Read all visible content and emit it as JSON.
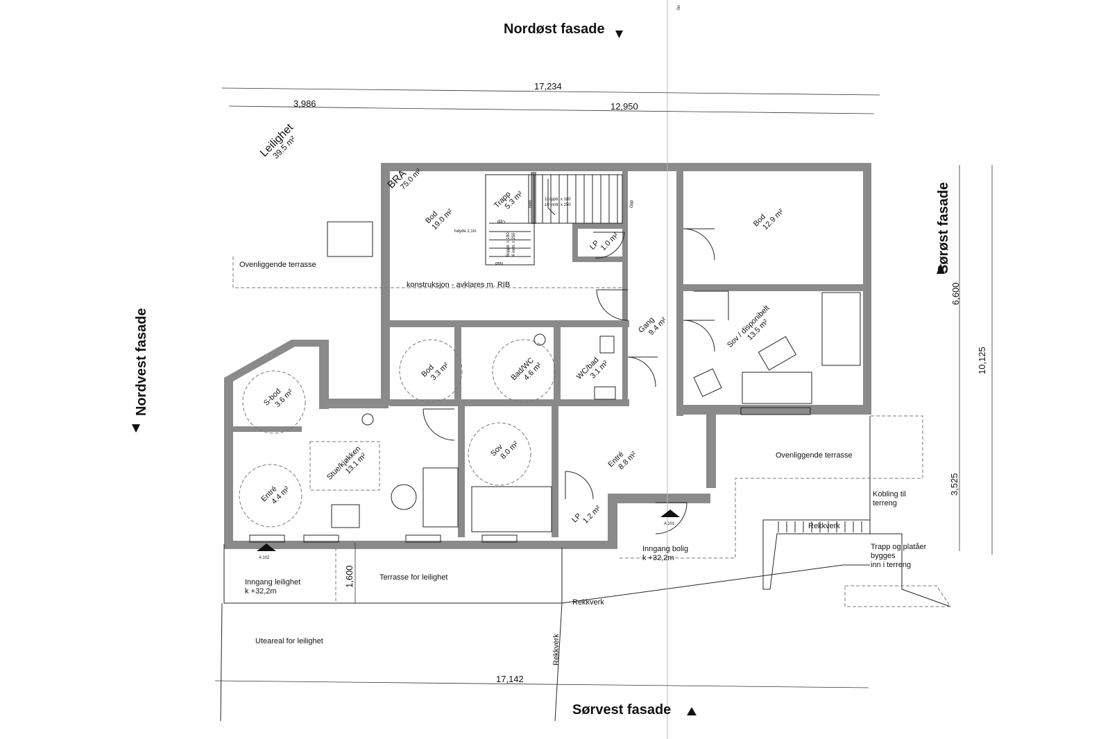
{
  "facades": {
    "north_east": "Nordøst fasade",
    "south_east": "Sørøst fasade",
    "north_west": "Nordvest fasade",
    "south_west": "Sørvest fasade"
  },
  "top_edge_text": "Sn",
  "dimensions": {
    "total_top": "17,234",
    "apartment_width": "3,986",
    "main_width": "12,950",
    "right_upper": "6,600",
    "right_total": "10,125",
    "right_lower": "3,525",
    "terrace_depth": "1,600",
    "total_bottom": "17,142"
  },
  "apartment_area": {
    "label": "Leilighet",
    "value": "39.5 m²"
  },
  "bra_area": {
    "label": "BRA",
    "value": "75.0 m²"
  },
  "rooms": {
    "bod_large": {
      "name": "Bod",
      "area": "19.0 m²"
    },
    "trapp": {
      "name": "Trapp",
      "area": "5.3 m²"
    },
    "lp_top": {
      "name": "LP",
      "area": "1.0 m²"
    },
    "bod_right": {
      "name": "Bod",
      "area": "12.9 m²"
    },
    "gang": {
      "name": "Gang",
      "area": "9.4 m²"
    },
    "sov_disp": {
      "name": "Sov / disponibelt",
      "area": "13.5 m²"
    },
    "bod_small": {
      "name": "Bod",
      "area": "3.3 m²"
    },
    "bad_wc": {
      "name": "Bad/WC",
      "area": "4.6 m²"
    },
    "wc_bad": {
      "name": "WC/bad",
      "area": "3.1 m²"
    },
    "s_bod": {
      "name": "S-bod",
      "area": "3.6 m²"
    },
    "stue": {
      "name": "Stue/kjøkken",
      "area": "13.1 m²"
    },
    "sov": {
      "name": "Sov",
      "area": "8.0 m²"
    },
    "entre_main": {
      "name": "Entré",
      "area": "8.8 m²"
    },
    "entre_apt": {
      "name": "Entré",
      "area": "4.4 m²"
    },
    "lp_bottom": {
      "name": "LP",
      "area": "1.2 m²"
    }
  },
  "notes": {
    "terrace_upper_left": "Ovenliggende terrasse",
    "terrace_right": "Ovenliggende terrasse",
    "construction": "konstruksjon - avklares m. RIB",
    "hoyde": "høyde 2,1m",
    "stair_spec_1": "11opptr. x 180",
    "stair_spec_2": "10 inntr. x 250",
    "stair_spec_3": "5opptr. x 180",
    "stair_spec_4": "4 inntr. x 250",
    "stair_ned": "Ned",
    "stair_opp": "Opp",
    "stair_opp_small": "Opp",
    "stair_ned_small": "Ned",
    "kobling": [
      "Kobling til",
      "terreng"
    ],
    "rekkverk_right": "Rekkverk",
    "trapp_plataer": [
      "Trapp og platåer",
      "bygges",
      "inn i terreng"
    ],
    "inngang_bolig": [
      "Inngang bolig",
      "k +32,2m"
    ],
    "inngang_leilighet": [
      "Inngang leilighet",
      "k +32,2m"
    ],
    "terrasse_leilighet": "Terrasse for leilighet",
    "rekkverk_bottom": "Rekkverk",
    "rekkverk_vertical": "Rekkverk",
    "uteareal": "Uteareal for leilighet",
    "section_a101": "A 101",
    "section_a102": "A 102"
  }
}
